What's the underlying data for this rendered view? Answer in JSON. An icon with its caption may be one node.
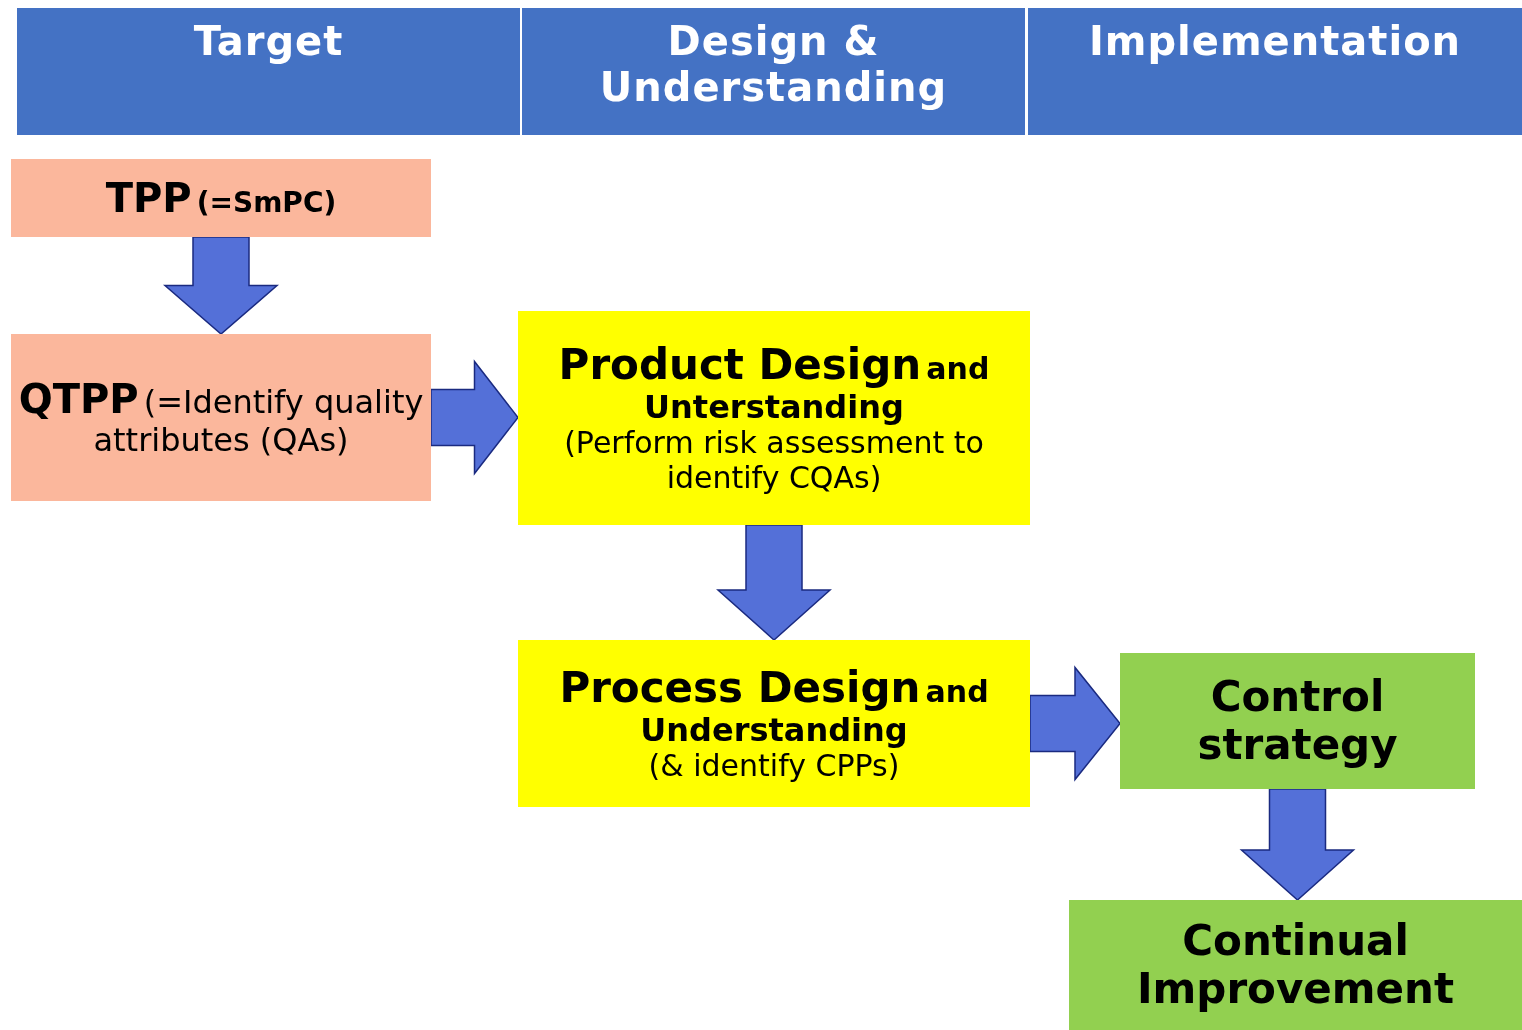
{
  "diagram": {
    "nodes": [
      {
        "text": [
          "Target"
        ]
      },
      {
        "text": [
          "Design & Understanding"
        ]
      },
      {
        "text": [
          "Implementation"
        ]
      },
      {
        "text": [
          "TPP",
          "(=SmPC)"
        ]
      },
      {
        "text": [
          "QTPP",
          "(=Identify quality attributes (QAs)"
        ]
      },
      {
        "text": [
          "Product Design",
          "and",
          "Unterstanding",
          "(Perform risk assessment to identify CQAs)"
        ]
      },
      {
        "text": [
          "Process Design",
          "and",
          "Understanding",
          "(& identify CPPs)"
        ]
      },
      {
        "text": [
          "Control strategy"
        ]
      },
      {
        "text": [
          "Continual Improvement"
        ]
      }
    ],
    "edges": [
      {
        "from": 3,
        "to": 4,
        "arrow": "to"
      },
      {
        "from": 4,
        "to": 5,
        "arrow": "to"
      },
      {
        "from": 5,
        "to": 6,
        "arrow": "to"
      },
      {
        "from": 6,
        "to": 7,
        "arrow": "to"
      },
      {
        "from": 7,
        "to": 8,
        "arrow": "to"
      }
    ]
  }
}
